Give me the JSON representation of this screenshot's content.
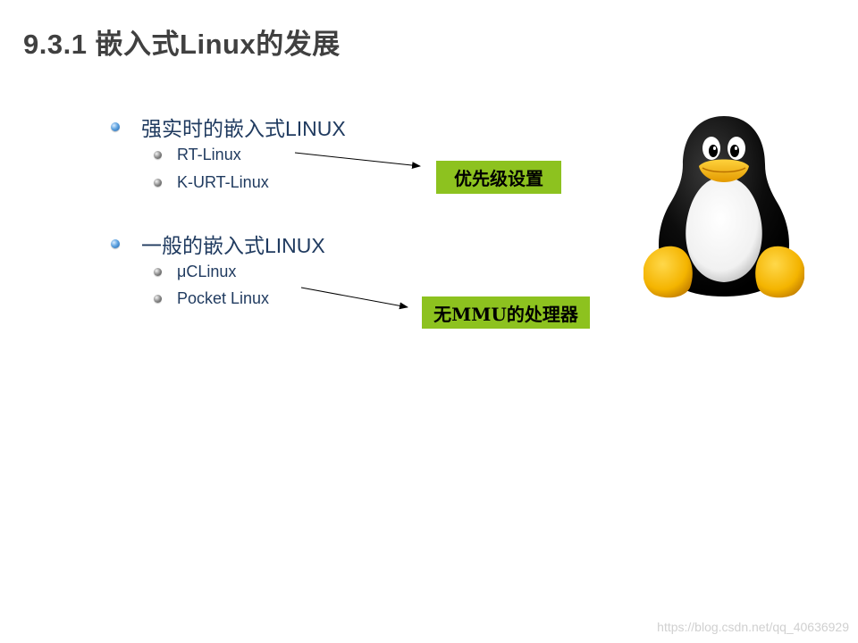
{
  "slide": {
    "title": "9.3.1 嵌入式Linux的发展",
    "sections": [
      {
        "heading": "强实时的嵌入式LINUX",
        "items": [
          "RT-Linux",
          "K-URT-Linux"
        ]
      },
      {
        "heading": "一般的嵌入式LINUX",
        "items": [
          "μCLinux",
          "Pocket Linux"
        ]
      }
    ],
    "callouts": [
      "优先级设置",
      "无MMU的处理器"
    ],
    "watermark": "https://blog.csdn.net/qq_40636929"
  },
  "colors": {
    "callout_bg": "#8dc21f",
    "title_text": "#404040",
    "body_text": "#1f3a5f"
  },
  "icons": {
    "level1_bullet": "blue-sphere-bullet-icon",
    "level2_bullet": "gray-sphere-bullet-icon",
    "mascot": "tux-penguin-icon"
  }
}
